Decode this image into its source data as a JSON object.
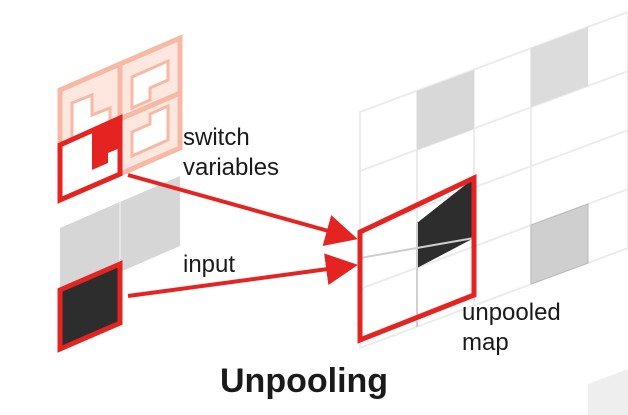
{
  "labels": {
    "switch_line1": "switch",
    "switch_line2": "variables",
    "input": "input",
    "unpooled_line1": "unpooled",
    "unpooled_line2": "map",
    "title": "Unpooling"
  },
  "colors": {
    "accent_red": "#e52421",
    "light_red": "#f6b9a5",
    "light_red_fill": "#fde7de",
    "dark_cell": "#2d2d2d",
    "light_gray_cell": "#d6d6d6",
    "mid_gray_cell": "#c4c4c4",
    "grid_line": "#e8e8e8",
    "text": "#1a1a1a"
  }
}
